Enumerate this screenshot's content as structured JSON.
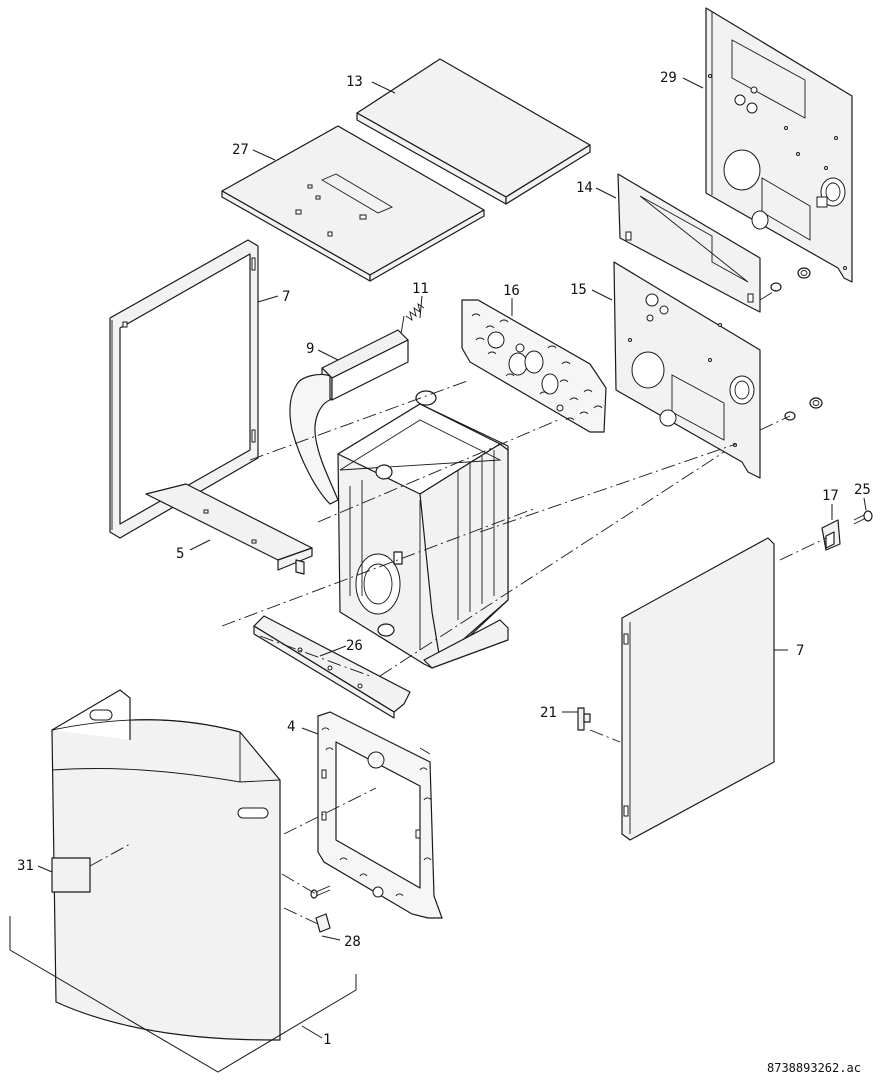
{
  "diagram": {
    "part_numbers": {
      "p13": "13",
      "p27": "27",
      "p29": "29",
      "p14": "14",
      "p15": "15",
      "p16": "16",
      "p11": "11",
      "p9": "9",
      "p7a": "7",
      "p7b": "7",
      "p5": "5",
      "p17": "17",
      "p25": "25",
      "p26": "26",
      "p21": "21",
      "p4": "4",
      "p31": "31",
      "p28": "28",
      "p1": "1"
    },
    "document_id": "8738893262.ac"
  }
}
